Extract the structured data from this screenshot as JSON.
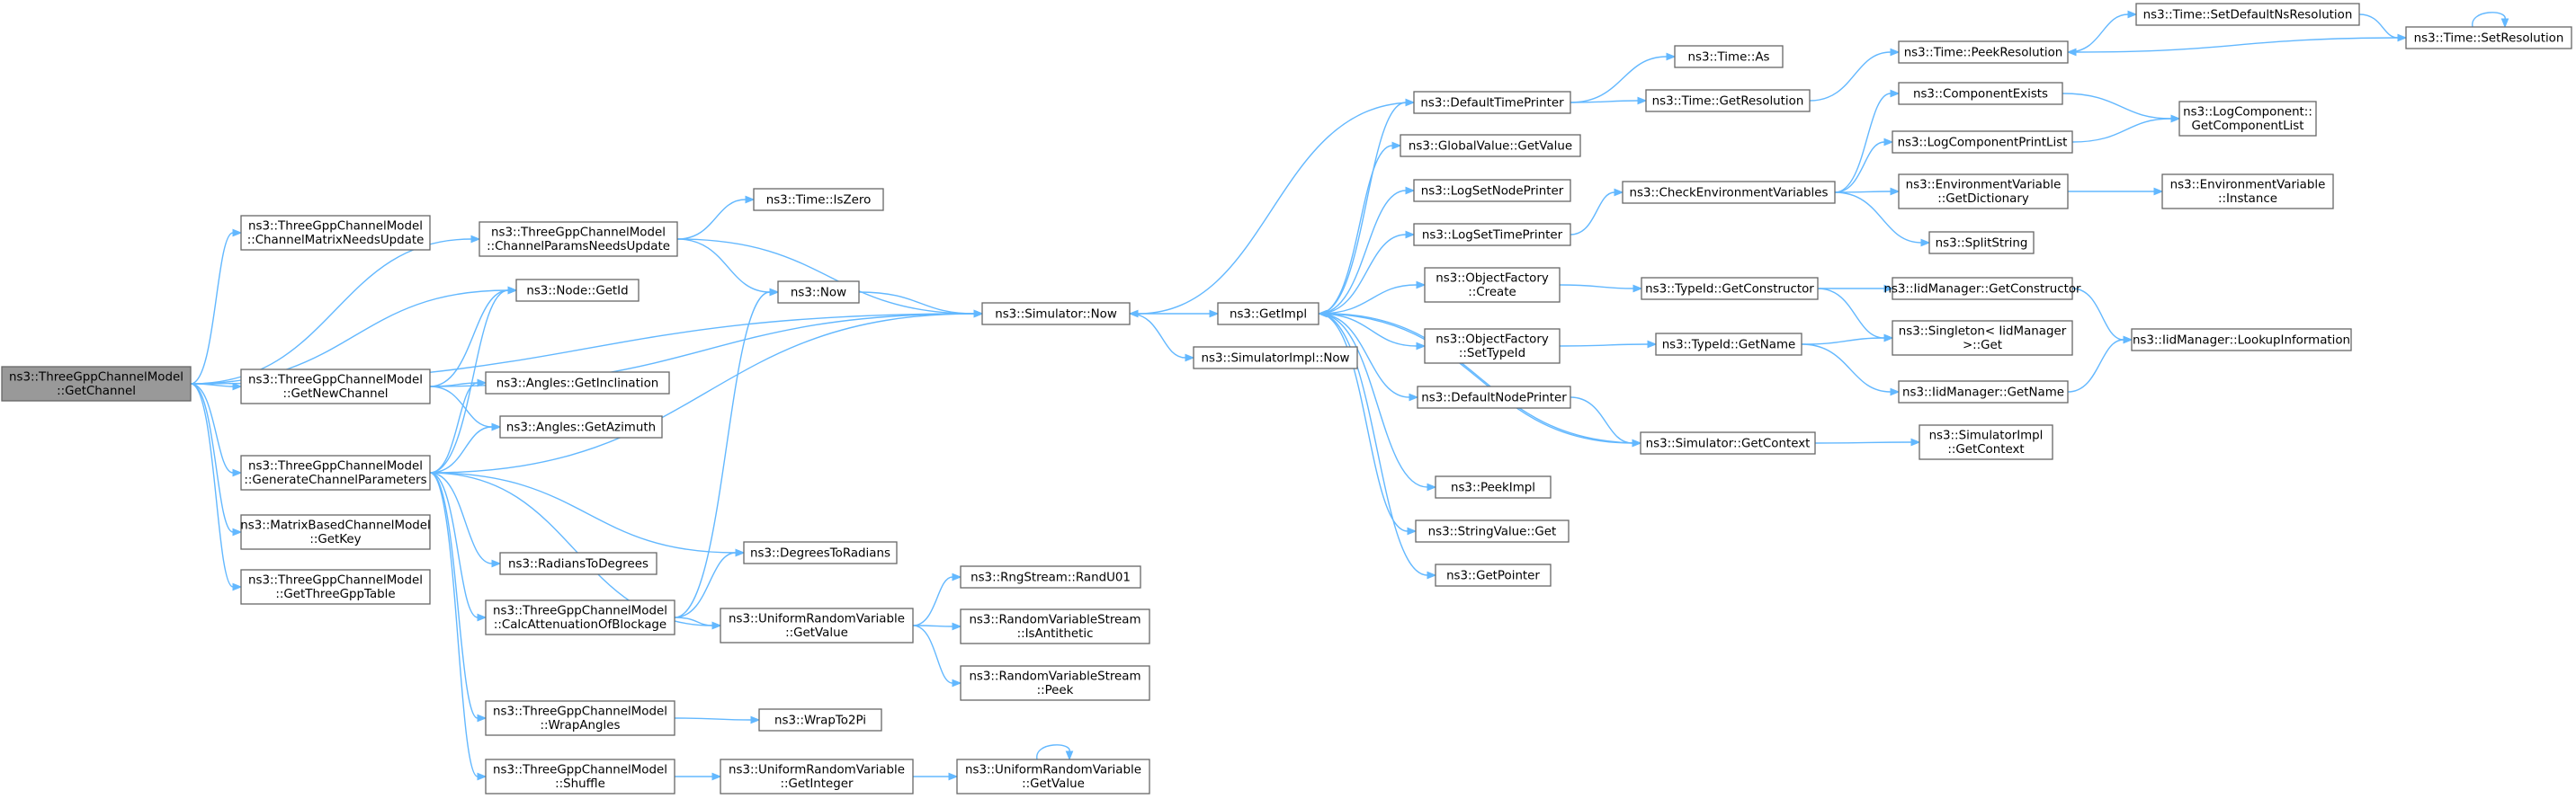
{
  "graph": {
    "title": "",
    "colors": {
      "edge": "#63b8ff",
      "node_border": "#666666",
      "root_fill": "#999999",
      "node_fill": "#ffffff"
    },
    "nodes": [
      {
        "id": "GetChannel",
        "lines": [
          "ns3::ThreeGppChannelModel",
          "::GetChannel"
        ],
        "root": true
      },
      {
        "id": "ChannelMatrixNeedsUpdate",
        "lines": [
          "ns3::ThreeGppChannelModel",
          "::ChannelMatrixNeedsUpdate"
        ]
      },
      {
        "id": "ChannelParamsNeedsUpdate",
        "lines": [
          "ns3::ThreeGppChannelModel",
          "::ChannelParamsNeedsUpdate"
        ]
      },
      {
        "id": "TimeIsZero",
        "lines": [
          "ns3::Time::IsZero"
        ]
      },
      {
        "id": "NodeGetId",
        "lines": [
          "ns3::Node::GetId"
        ]
      },
      {
        "id": "Now",
        "lines": [
          "ns3::Now"
        ]
      },
      {
        "id": "SimulatorNow",
        "lines": [
          "ns3::Simulator::Now"
        ]
      },
      {
        "id": "GetImpl",
        "lines": [
          "ns3::GetImpl"
        ]
      },
      {
        "id": "SimulatorImplNow",
        "lines": [
          "ns3::SimulatorImpl::Now"
        ]
      },
      {
        "id": "GetNewChannel",
        "lines": [
          "ns3::ThreeGppChannelModel",
          "::GetNewChannel"
        ]
      },
      {
        "id": "GetInclination",
        "lines": [
          "ns3::Angles::GetInclination"
        ]
      },
      {
        "id": "GetAzimuth",
        "lines": [
          "ns3::Angles::GetAzimuth"
        ]
      },
      {
        "id": "GenerateChannelParameters",
        "lines": [
          "ns3::ThreeGppChannelModel",
          "::GenerateChannelParameters"
        ]
      },
      {
        "id": "MatrixGetKey",
        "lines": [
          "ns3::MatrixBasedChannelModel",
          "::GetKey"
        ]
      },
      {
        "id": "GetThreeGppTable",
        "lines": [
          "ns3::ThreeGppChannelModel",
          "::GetThreeGppTable"
        ]
      },
      {
        "id": "RadiansToDegrees",
        "lines": [
          "ns3::RadiansToDegrees"
        ]
      },
      {
        "id": "DegreesToRadians",
        "lines": [
          "ns3::DegreesToRadians"
        ]
      },
      {
        "id": "CalcAttenuationOfBlockage",
        "lines": [
          "ns3::ThreeGppChannelModel",
          "::CalcAttenuationOfBlockage"
        ]
      },
      {
        "id": "URVGetValue1",
        "lines": [
          "ns3::UniformRandomVariable",
          "::GetValue"
        ]
      },
      {
        "id": "RngStreamRandU01",
        "lines": [
          "ns3::RngStream::RandU01"
        ]
      },
      {
        "id": "IsAntithetic",
        "lines": [
          "ns3::RandomVariableStream",
          "::IsAntithetic"
        ]
      },
      {
        "id": "RVSPeek",
        "lines": [
          "ns3::RandomVariableStream",
          "::Peek"
        ]
      },
      {
        "id": "WrapAngles",
        "lines": [
          "ns3::ThreeGppChannelModel",
          "::WrapAngles"
        ]
      },
      {
        "id": "WrapTo2Pi",
        "lines": [
          "ns3::WrapTo2Pi"
        ]
      },
      {
        "id": "Shuffle",
        "lines": [
          "ns3::ThreeGppChannelModel",
          "::Shuffle"
        ]
      },
      {
        "id": "URVGetInteger",
        "lines": [
          "ns3::UniformRandomVariable",
          "::GetInteger"
        ]
      },
      {
        "id": "URVGetValue2",
        "lines": [
          "ns3::UniformRandomVariable",
          "::GetValue"
        ]
      },
      {
        "id": "DefaultTimePrinter",
        "lines": [
          "ns3::DefaultTimePrinter"
        ]
      },
      {
        "id": "TimeAs",
        "lines": [
          "ns3::Time::As"
        ]
      },
      {
        "id": "TimeGetResolution",
        "lines": [
          "ns3::Time::GetResolution"
        ]
      },
      {
        "id": "TimePeekResolution",
        "lines": [
          "ns3::Time::PeekResolution"
        ]
      },
      {
        "id": "SetDefaultNsResolution",
        "lines": [
          "ns3::Time::SetDefaultNsResolution"
        ]
      },
      {
        "id": "TimeSetResolution",
        "lines": [
          "ns3::Time::SetResolution"
        ]
      },
      {
        "id": "GlobalValueGetValue",
        "lines": [
          "ns3::GlobalValue::GetValue"
        ]
      },
      {
        "id": "LogSetNodePrinter",
        "lines": [
          "ns3::LogSetNodePrinter"
        ]
      },
      {
        "id": "LogSetTimePrinter",
        "lines": [
          "ns3::LogSetTimePrinter"
        ]
      },
      {
        "id": "CheckEnvironmentVariables",
        "lines": [
          "ns3::CheckEnvironmentVariables"
        ]
      },
      {
        "id": "ComponentExists",
        "lines": [
          "ns3::ComponentExists"
        ]
      },
      {
        "id": "GetComponentList",
        "lines": [
          "ns3::LogComponent::",
          "GetComponentList"
        ]
      },
      {
        "id": "LogComponentPrintList",
        "lines": [
          "ns3::LogComponentPrintList"
        ]
      },
      {
        "id": "EnvGetDictionary",
        "lines": [
          "ns3::EnvironmentVariable",
          "::GetDictionary"
        ]
      },
      {
        "id": "EnvInstance",
        "lines": [
          "ns3::EnvironmentVariable",
          "::Instance"
        ]
      },
      {
        "id": "SplitString",
        "lines": [
          "ns3::SplitString"
        ]
      },
      {
        "id": "ObjectFactoryCreate",
        "lines": [
          "ns3::ObjectFactory",
          "::Create"
        ]
      },
      {
        "id": "TypeIdGetConstructor",
        "lines": [
          "ns3::TypeId::GetConstructor"
        ]
      },
      {
        "id": "IidGetConstructor",
        "lines": [
          "ns3::IidManager::GetConstructor"
        ]
      },
      {
        "id": "SingletonGet",
        "lines": [
          "ns3::Singleton< IidManager",
          " >::Get"
        ]
      },
      {
        "id": "LookupInformation",
        "lines": [
          "ns3::IidManager::LookupInformation"
        ]
      },
      {
        "id": "ObjectFactorySetTypeId",
        "lines": [
          "ns3::ObjectFactory",
          "::SetTypeId"
        ]
      },
      {
        "id": "TypeIdGetName",
        "lines": [
          "ns3::TypeId::GetName"
        ]
      },
      {
        "id": "IidGetName",
        "lines": [
          "ns3::IidManager::GetName"
        ]
      },
      {
        "id": "DefaultNodePrinter",
        "lines": [
          "ns3::DefaultNodePrinter"
        ]
      },
      {
        "id": "SimulatorGetContext",
        "lines": [
          "ns3::Simulator::GetContext"
        ]
      },
      {
        "id": "SimulatorImplGetContext",
        "lines": [
          "ns3::SimulatorImpl",
          "::GetContext"
        ]
      },
      {
        "id": "PeekImpl",
        "lines": [
          "ns3::PeekImpl"
        ]
      },
      {
        "id": "StringValueGet",
        "lines": [
          "ns3::StringValue::Get"
        ]
      },
      {
        "id": "GetPointer",
        "lines": [
          "ns3::GetPointer"
        ]
      }
    ]
  }
}
